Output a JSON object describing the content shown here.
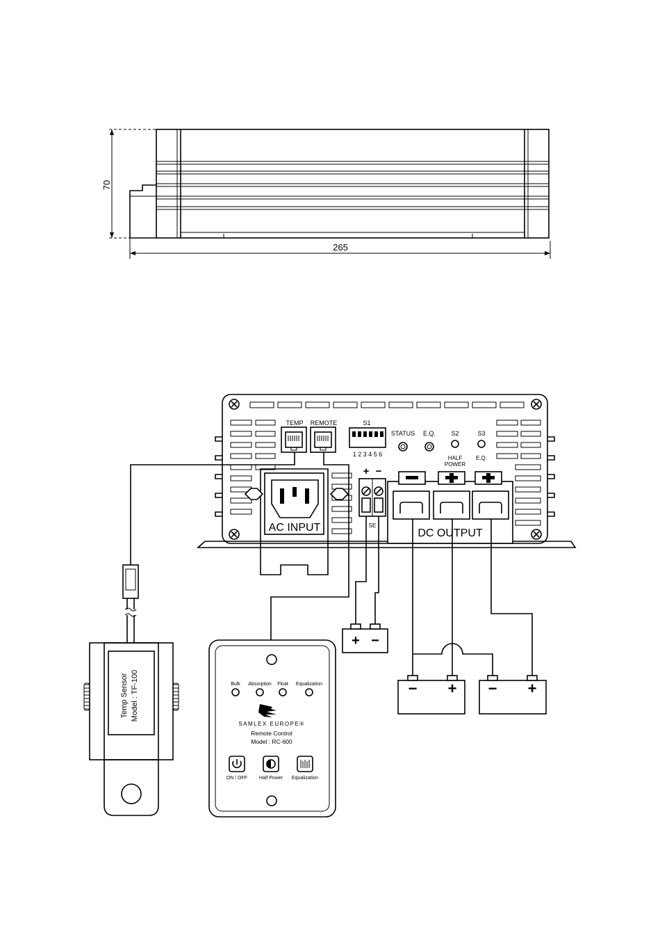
{
  "side_view": {
    "dim_height": "70",
    "dim_length": "265"
  },
  "front_panel": {
    "temp_label": "TEMP",
    "remote_label": "REMOTE",
    "s1_label": "S1",
    "s1_numbers": "1 2 3 4 5 6",
    "status_label": "STATUS",
    "eq_label": "E.Q.",
    "s2_label": "S2",
    "s2_sub1": "HALF",
    "s2_sub2": "POWER",
    "s3_label": "S3",
    "s3_sub": "E.Q.",
    "ac_input_label": "AC INPUT",
    "dc_output_label": "DC OUTPUT",
    "se_label": "SE",
    "se_plus": "+",
    "se_minus": "−",
    "term_minus": "−",
    "term_plus": "+"
  },
  "sense_battery": {
    "plus": "+",
    "minus": "−"
  },
  "batteries": [
    {
      "minus": "−",
      "plus": "+"
    },
    {
      "minus": "−",
      "plus": "+"
    }
  ],
  "temp_sensor": {
    "line1": "Temp Sensor",
    "line2": "Model : TF-100"
  },
  "remote_control": {
    "leds": [
      "Bulk",
      "Absorption",
      "Float",
      "Equalization"
    ],
    "brand": "SAMLEX EUROPE®",
    "title": "Remote Control",
    "model": "Model : RC-600",
    "buttons": [
      "ON / OFF",
      "Half Power",
      "Equalization"
    ]
  }
}
